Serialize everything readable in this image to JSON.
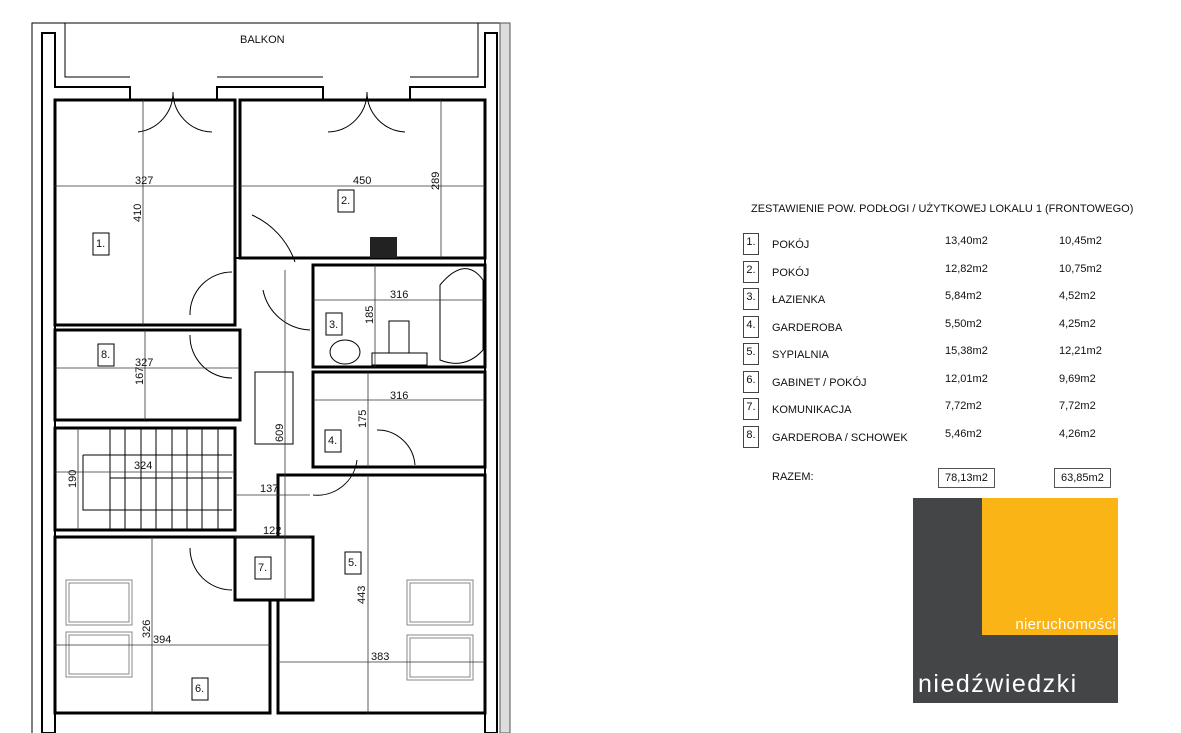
{
  "plan": {
    "balcony_label": "BALKON",
    "rooms": [
      "1.",
      "2.",
      "3.",
      "4.",
      "5.",
      "6.",
      "7.",
      "8."
    ],
    "dimensions": {
      "r1_width": "327",
      "r1_height": "410",
      "r2_width": "450",
      "r2_height": "289",
      "r3_width": "316",
      "r3_height": "185",
      "r8_width": "327",
      "r8_height": "167",
      "r4_width": "316",
      "r4_height": "175",
      "stairs_width": "324",
      "stairs_height": "190",
      "corridor_length": "609",
      "c1": "137",
      "c2": "122",
      "r6_width": "394",
      "r6_height": "326",
      "r5_width": "383",
      "r5_height": "443"
    }
  },
  "table": {
    "title": "ZESTAWIENIE POW. PODŁOGI / UŻYTKOWEJ LOKALU 1 (FRONTOWEGO)",
    "rows": [
      {
        "num": "1.",
        "name": "POKÓJ",
        "floor": "13,40m2",
        "usable": "10,45m2"
      },
      {
        "num": "2.",
        "name": "POKÓJ",
        "floor": "12,82m2",
        "usable": "10,75m2"
      },
      {
        "num": "3.",
        "name": "ŁAZIENKA",
        "floor": "5,84m2",
        "usable": "4,52m2"
      },
      {
        "num": "4.",
        "name": "GARDEROBA",
        "floor": "5,50m2",
        "usable": "4,25m2"
      },
      {
        "num": "5.",
        "name": "SYPIALNIA",
        "floor": "15,38m2",
        "usable": "12,21m2"
      },
      {
        "num": "6.",
        "name": "GABINET / POKÓJ",
        "floor": "12,01m2",
        "usable": "9,69m2"
      },
      {
        "num": "7.",
        "name": "KOMUNIKACJA",
        "floor": "7,72m2",
        "usable": "7,72m2"
      },
      {
        "num": "8.",
        "name": "GARDEROBA / SCHOWEK",
        "floor": "5,46m2",
        "usable": "4,26m2"
      }
    ],
    "total_label": "RAZEM:",
    "total_floor": "78,13m2",
    "total_usable": "63,85m2"
  },
  "logo": {
    "subtitle": "nieruchomości",
    "brand": "niedźwiedzki",
    "colors": {
      "dark": "#444546",
      "accent": "#fbb415"
    }
  }
}
